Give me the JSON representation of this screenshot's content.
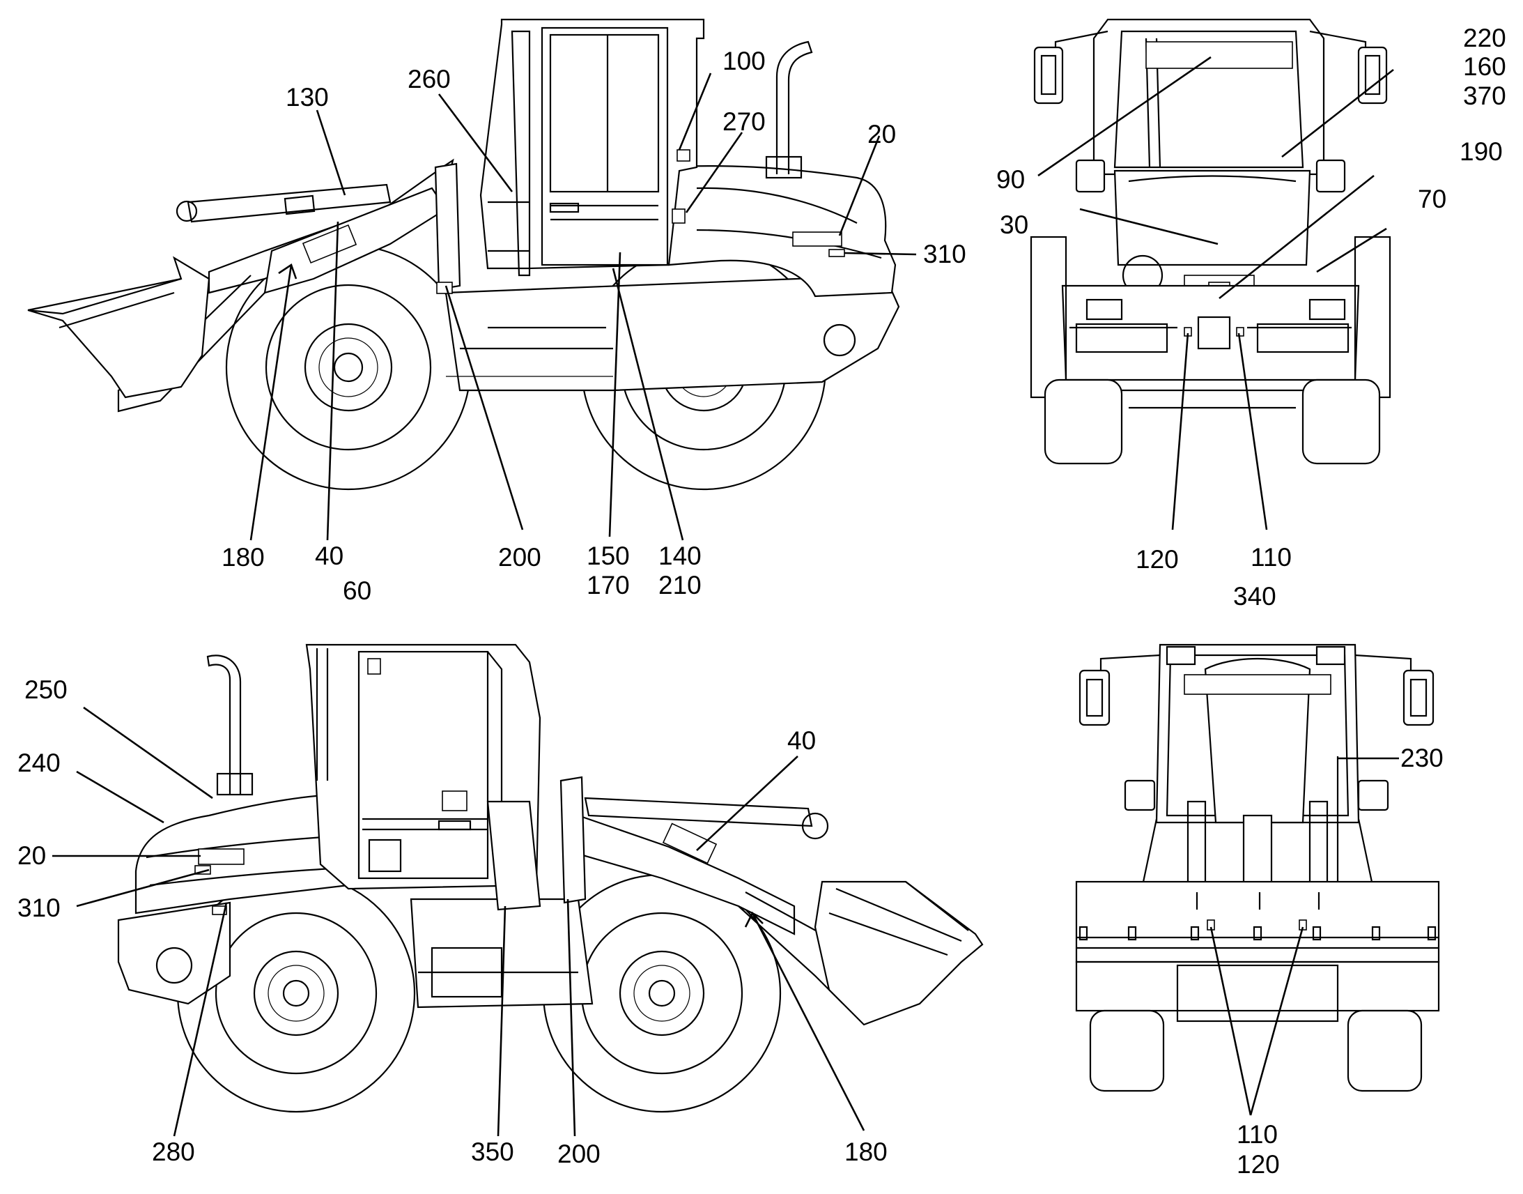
{
  "side_left_view": {
    "labels": {
      "l100": "100",
      "l130": "130",
      "l260": "260",
      "l270": "270",
      "l20": "20",
      "l310": "310",
      "l180": "180",
      "l40": "40",
      "l200": "200",
      "l150": "150",
      "l170": "170",
      "l140": "140",
      "l210": "210"
    }
  },
  "rear_view": {
    "labels": {
      "l220": "220",
      "l160": "160",
      "l370": "370",
      "l190": "190",
      "l90": "90",
      "l30": "30",
      "l70": "70",
      "l120": "120",
      "l110": "110"
    }
  },
  "side_right_view": {
    "labels": {
      "l60": "60",
      "l250": "250",
      "l240": "240",
      "l20": "20",
      "l310": "310",
      "l40": "40",
      "l280": "280",
      "l350": "350",
      "l200": "200",
      "l180": "180"
    }
  },
  "front_view": {
    "labels": {
      "l340": "340",
      "l230": "230",
      "l110": "110",
      "l120": "120"
    }
  }
}
